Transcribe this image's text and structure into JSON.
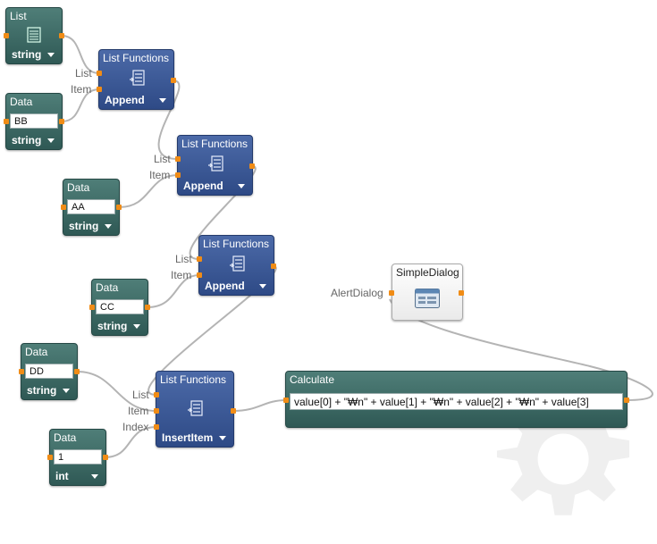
{
  "nodes": {
    "list_node": {
      "title": "List",
      "type": "string"
    },
    "data_bb": {
      "title": "Data",
      "value": "BB",
      "type": "string"
    },
    "data_aa": {
      "title": "Data",
      "value": "AA",
      "type": "string"
    },
    "data_cc": {
      "title": "Data",
      "value": "CC",
      "type": "string"
    },
    "data_dd": {
      "title": "Data",
      "value": "DD",
      "type": "string"
    },
    "data_1": {
      "title": "Data",
      "value": "1",
      "type": "int"
    },
    "lf1": {
      "title": "List Functions",
      "op": "Append",
      "in1": "List",
      "in2": "Item"
    },
    "lf2": {
      "title": "List Functions",
      "op": "Append",
      "in1": "List",
      "in2": "Item"
    },
    "lf3": {
      "title": "List Functions",
      "op": "Append",
      "in1": "List",
      "in2": "Item"
    },
    "lf4": {
      "title": "List Functions",
      "op": "InsertItem",
      "in1": "List",
      "in2": "Item",
      "in3": "Index"
    },
    "calc": {
      "title": "Calculate",
      "expr": "value[0] + \"₩n\" + value[1] + \"₩n\" + value[2] + \"₩n\" + value[3]"
    },
    "dialog": {
      "title": "SimpleDialog",
      "input": "AlertDialog"
    }
  },
  "colors": {
    "port": "#f08c16",
    "wire": "#b4b4b4",
    "teal": "#3d6a65",
    "blue": "#3a579a"
  }
}
